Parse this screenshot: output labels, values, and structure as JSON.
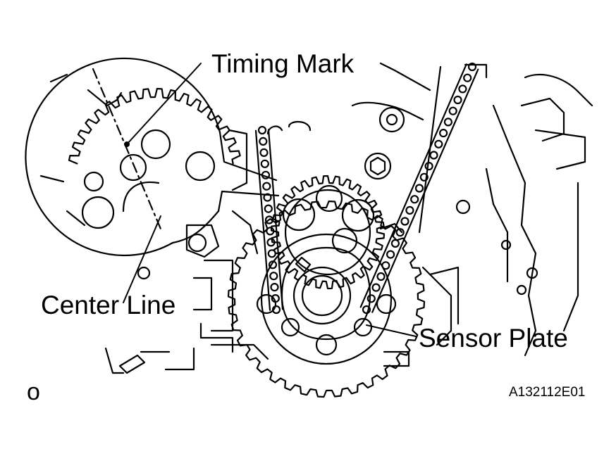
{
  "labels": {
    "timing_mark": "Timing Mark",
    "center_line": "Center Line",
    "sensor_plate": "Sensor Plate"
  },
  "figure_id": "A132112E01",
  "corner_mark": "o",
  "colors": {
    "line": "#000000",
    "background": "#ffffff"
  }
}
